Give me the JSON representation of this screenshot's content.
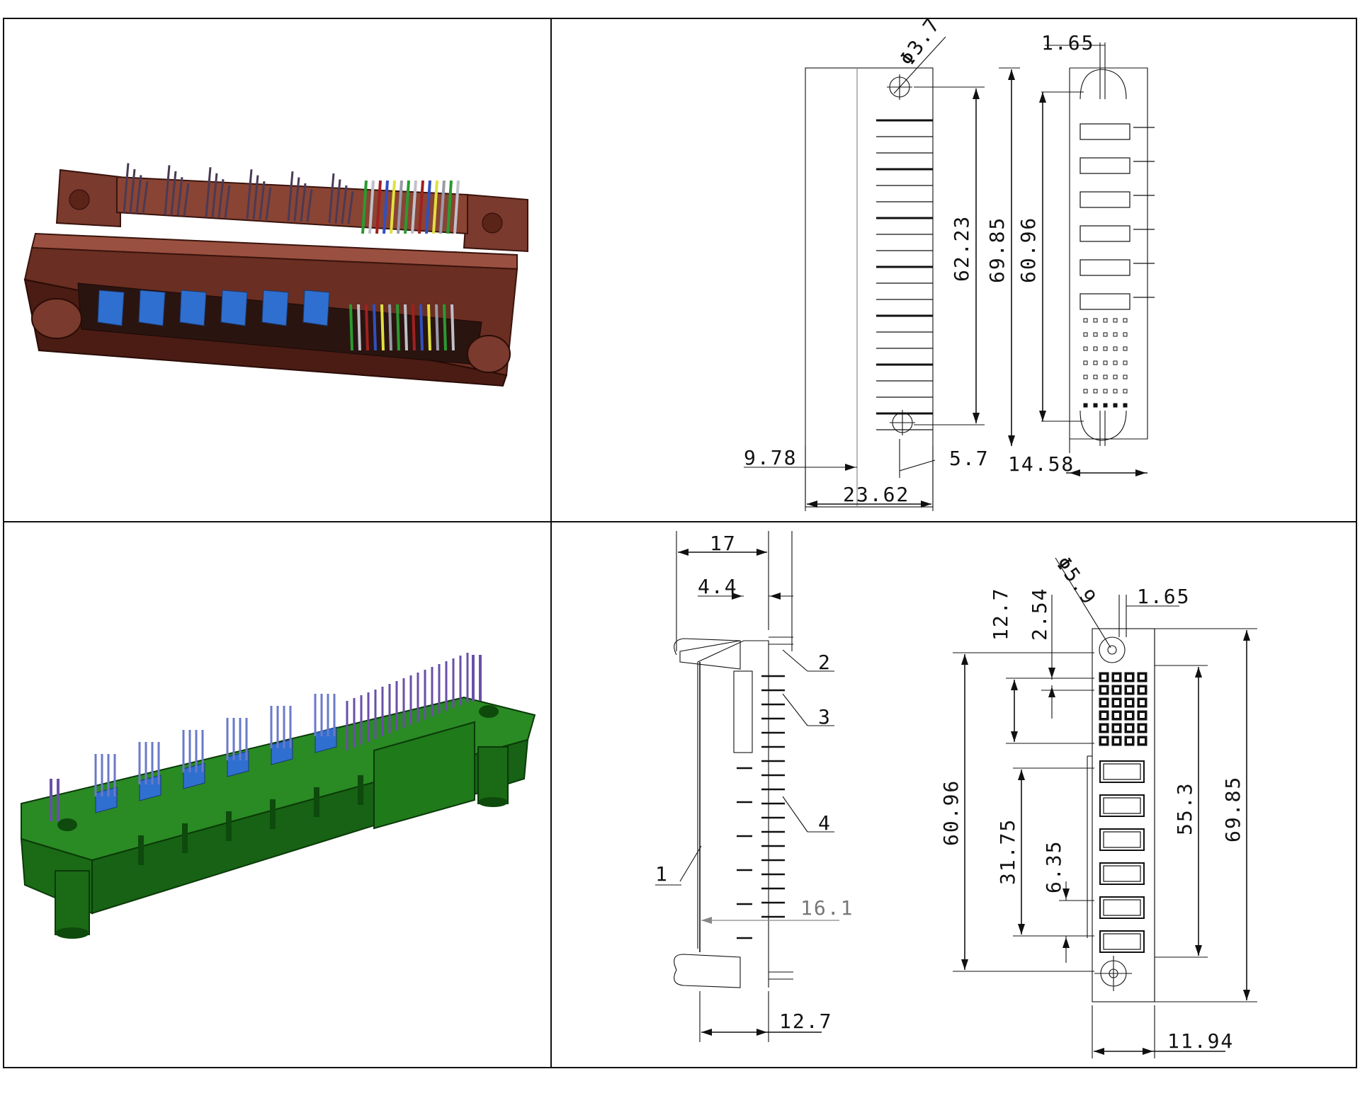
{
  "colors": {
    "brown_body": "#7a3a2e",
    "brown_dark": "#4a1c14",
    "green_body": "#1e7a1a",
    "green_dark": "#0d4a0c",
    "pin_blue": "#2f6fd0",
    "pin_purple": "#6a4fa8",
    "pin_grey": "#9aa6b8"
  },
  "top_right_drawing": {
    "dims": {
      "hole": "Φ3.7",
      "pitch_top": "1.65",
      "h_62": "62.23",
      "h_69": "69.85",
      "h_60": "60.96",
      "w_978": "9.78",
      "w_57": "5.7",
      "w_1458": "14.58",
      "w_2362": "23.62"
    }
  },
  "bottom_right_drawing": {
    "dims": {
      "w_17": "17",
      "w_44": "4.4",
      "w_161": "16.1",
      "w_127b": "12.7",
      "hole": "Φ5.9",
      "pitch": "1.65",
      "v_127": "12.7",
      "v_254": "2.54",
      "v_6096": "60.96",
      "v_3175": "31.75",
      "v_635": "6.35",
      "v_553": "55.3",
      "v_6985": "69.85",
      "w_1194": "11.94"
    },
    "callouts": [
      "1",
      "2",
      "3",
      "4"
    ]
  }
}
